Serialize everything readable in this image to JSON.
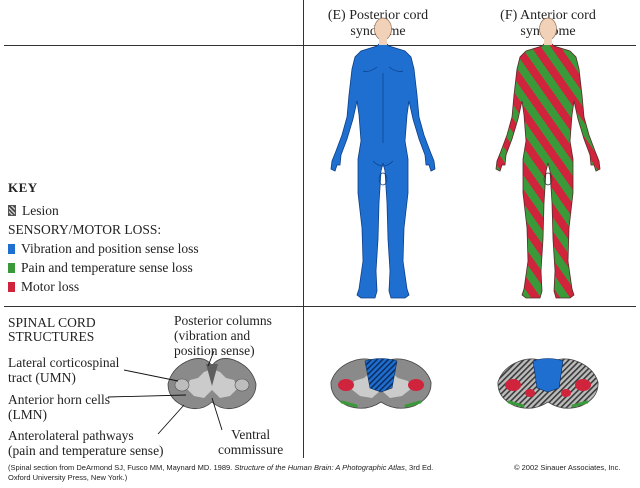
{
  "panels": {
    "e": {
      "title_line1": "(E) Posterior cord",
      "title_line2": "syndrome"
    },
    "f": {
      "title_line1": "(F) Anterior cord",
      "title_line2": "syndrome"
    }
  },
  "key": {
    "title": "KEY",
    "lesion_label": "Lesion",
    "subtitle": "SENSORY/MOTOR LOSS:",
    "items": [
      {
        "label": "Vibration and position sense loss",
        "color": "#1f6fd0"
      },
      {
        "label": "Pain and temperature sense loss",
        "color": "#3a9a3a"
      },
      {
        "label": "Motor loss",
        "color": "#d0233c"
      }
    ]
  },
  "structures": {
    "heading_line1": "SPINAL CORD",
    "heading_line2": "STRUCTURES",
    "posterior_line1": "Posterior columns",
    "posterior_line2": "(vibration and",
    "posterior_line3": "position sense)",
    "lateral_line1": "Lateral corticospinal",
    "lateral_line2": "tract (UMN)",
    "anterior_horn_line1": "Anterior horn cells",
    "anterior_horn_line2": "(LMN)",
    "anterolateral_line1": "Anterolateral pathways",
    "anterolateral_line2": "(pain and temperature sense)",
    "ventral_line1": "Ventral",
    "ventral_line2": "commissure"
  },
  "footer": {
    "credit_line1_a": "(Spinal section from DeArmond SJ, Fusco MM, Maynard MD. 1989.",
    "credit_line1_italic": "Structure of the Human Brain: A Photographic Atlas",
    "credit_line1_b": ", 3rd Ed.",
    "credit_line2": "Oxford University Press, New York.)",
    "copyright": "© 2002 Sinauer Associates, Inc."
  },
  "colors": {
    "blue": "#1f6fd0",
    "green": "#3a9a3a",
    "red": "#d0233c",
    "skin": "#f1d2b8",
    "cord_gray": "#8a8a8a"
  }
}
